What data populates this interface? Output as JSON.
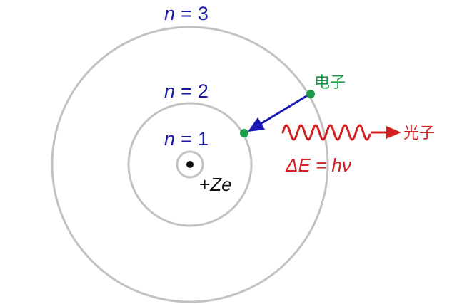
{
  "orbits": [
    {
      "n_symbol": "n",
      "equals": "=",
      "value": "1"
    },
    {
      "n_symbol": "n",
      "equals": "=",
      "value": "2"
    },
    {
      "n_symbol": "n",
      "equals": "=",
      "value": "3"
    }
  ],
  "nucleus": {
    "charge_prefix": "+",
    "charge_symbol": "Ze"
  },
  "electron": {
    "label": "电子"
  },
  "photon": {
    "label": "光子",
    "energy_equation": "ΔE = hν"
  },
  "colors": {
    "orbit": "#c2c2c2",
    "orbit_label": "#1a1aa6",
    "electron": "#1d9a4a",
    "transition_arrow": "#1a1ab3",
    "photon": "#d42020",
    "nucleus": "#111111"
  }
}
